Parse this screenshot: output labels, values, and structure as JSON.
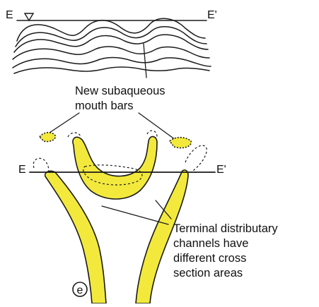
{
  "section_top": {
    "left": "E",
    "right": "E'"
  },
  "section_mid": {
    "left": "E",
    "right": "E'"
  },
  "labels": {
    "mouth_bars": [
      "New subaqueous",
      "mouth bars"
    ],
    "channels": [
      "Terminal distributary",
      "channels have",
      "different cross",
      "section areas"
    ]
  },
  "panel_marker": "e",
  "colors": {
    "sand": "#f3e93d",
    "ink": "#1a1a1a"
  }
}
